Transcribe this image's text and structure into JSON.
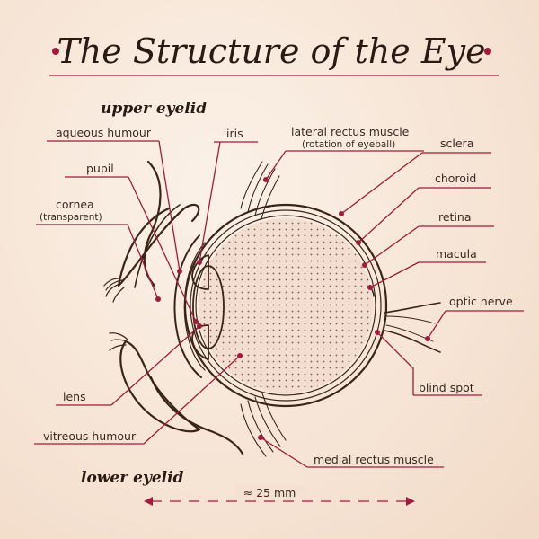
{
  "title": "The Structure of the Eye",
  "colors": {
    "accent": "#a01c3c",
    "ink": "#3b2418",
    "background": "#f7e7d9",
    "vitreous_fill": "#f3ddd1"
  },
  "section_labels": {
    "upper_eyelid": "upper eyelid",
    "lower_eyelid": "lower eyelid"
  },
  "labels": {
    "aqueous_humour": "aqueous humour",
    "iris": "iris",
    "lateral_rectus": "lateral rectus muscle",
    "lateral_rectus_note": "(rotation of eyeball)",
    "sclera": "sclera",
    "pupil": "pupil",
    "choroid": "choroid",
    "cornea": "cornea",
    "cornea_note": "(transparent)",
    "retina": "retina",
    "macula": "macula",
    "optic_nerve": "optic nerve",
    "blind_spot": "blind spot",
    "lens": "lens",
    "vitreous_humour": "vitreous humour",
    "medial_rectus": "medial rectus muscle"
  },
  "scale": {
    "label": "≈ 25 mm"
  }
}
